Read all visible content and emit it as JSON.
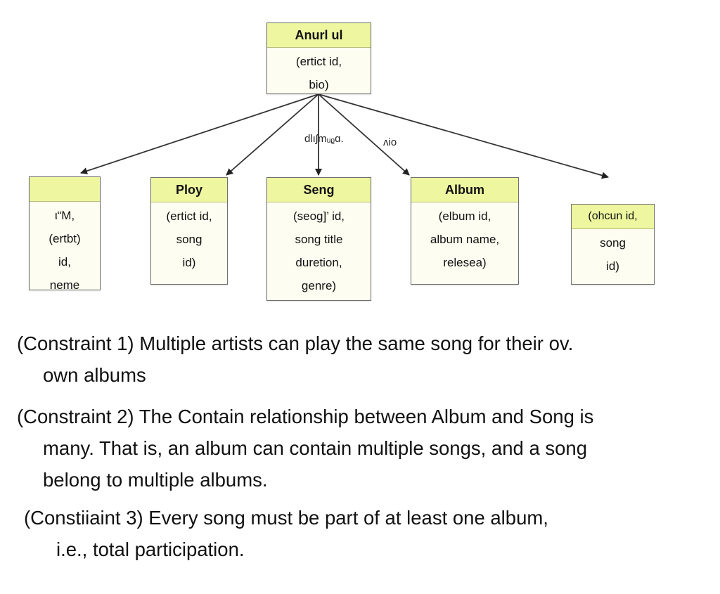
{
  "diagram": {
    "root": {
      "title": "Anurl ul",
      "attrs": [
        "(ertict id,",
        "bio)"
      ]
    },
    "children": [
      {
        "title": "",
        "attrs": [
          "ι“M,",
          "(ertbt)",
          "id,",
          "neme"
        ]
      },
      {
        "title": "Ploy",
        "attrs": [
          "(ertict id,",
          "song",
          "id)"
        ]
      },
      {
        "title": "Seng",
        "attrs": [
          "(seog]’ id,",
          "song title",
          "duretion,",
          "genre)"
        ]
      },
      {
        "title": "Album",
        "attrs": [
          "(elbum id,",
          "album name,",
          "relesea)"
        ]
      },
      {
        "title": "(ohcun id,",
        "attrs": [
          "song",
          "id)"
        ]
      }
    ],
    "edge_labels": [
      "dlıʃmᵤᵨɑ.",
      "ʌio"
    ]
  },
  "constraints": [
    {
      "lines": [
        "(Constraint 1) Multiple artists can play the same song for their ov.",
        "own albums"
      ]
    },
    {
      "lines": [
        "(Constraint 2) The Contain relationship between Album and Song is",
        "many. That is, an album can contain multiple songs, and a song",
        "belong to multiple albums."
      ]
    },
    {
      "lines": [
        "(Constiiaint 3) Every song must be part of at least one album,",
        "i.e., total participation."
      ]
    }
  ]
}
